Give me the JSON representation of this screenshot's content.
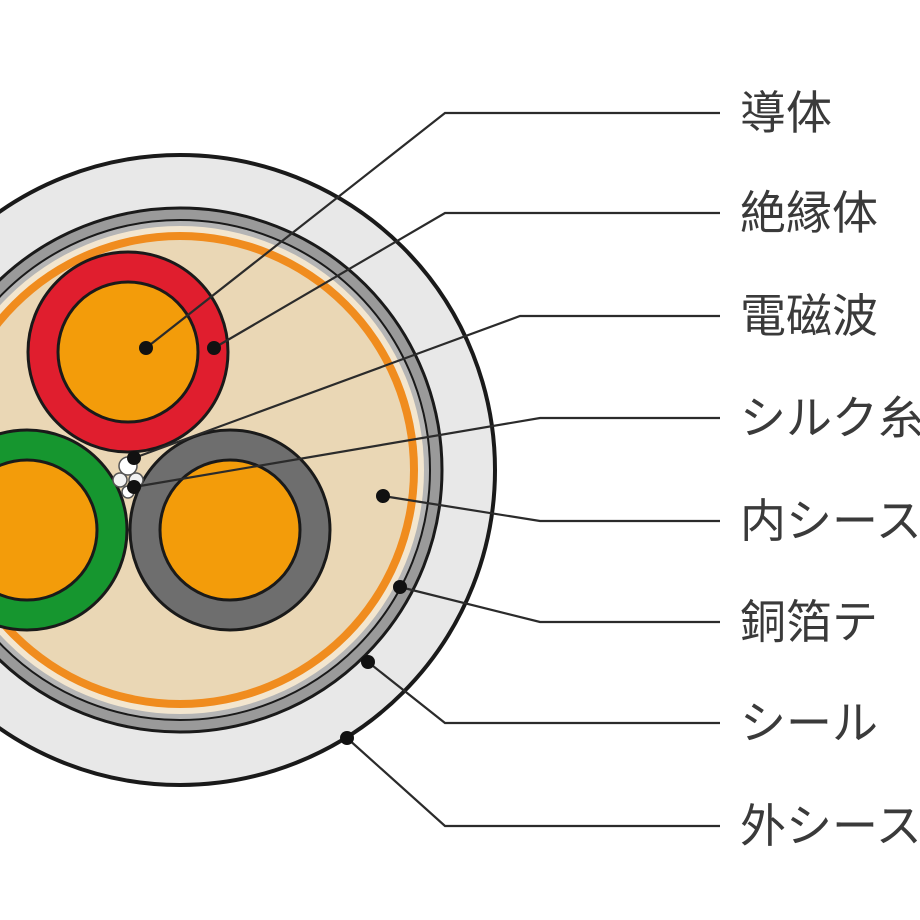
{
  "labels": [
    {
      "id": "conductor",
      "text": "導体"
    },
    {
      "id": "insulation",
      "text": "絶縁体"
    },
    {
      "id": "emshield",
      "text": "電磁波"
    },
    {
      "id": "silk",
      "text": "シルク糸"
    },
    {
      "id": "inner_sheath",
      "text": "内シース"
    },
    {
      "id": "copper_tape",
      "text": "銅箔テ"
    },
    {
      "id": "shield",
      "text": "シール"
    },
    {
      "id": "outer_sheath",
      "text": "外シース"
    }
  ],
  "colors": {
    "conductor": "#f39c0a",
    "core_red": "#e01e2e",
    "core_green": "#16962f",
    "core_gray": "#6e6e6e",
    "filler": "#ead7b5",
    "copper": "#f08c1e",
    "inner_ring": "#f3e6cf",
    "shield_ring": "#9a9a9a",
    "outer_sheath": "#e8e8e8",
    "outline": "#1a1a1a"
  }
}
